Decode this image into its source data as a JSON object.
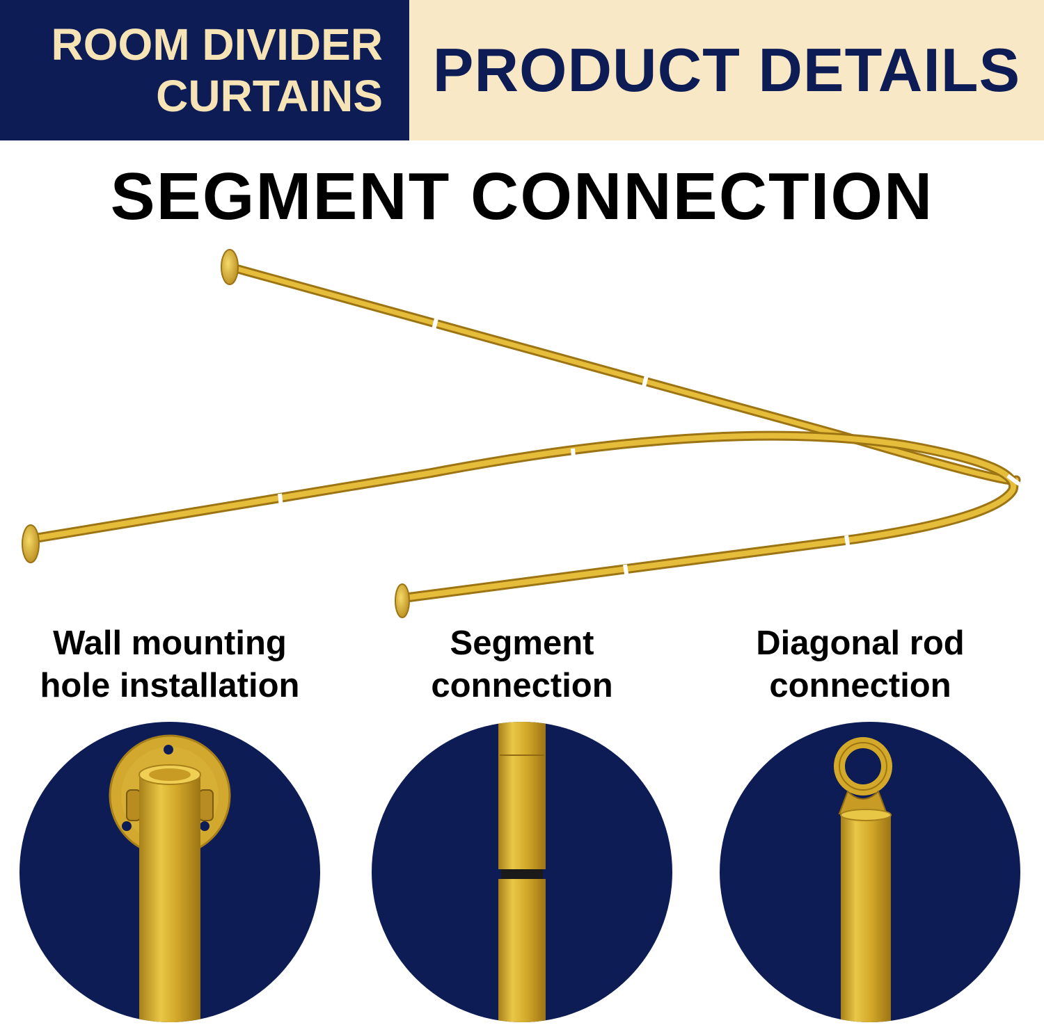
{
  "banner": {
    "left_line1": "ROOM DIVIDER",
    "left_line2": "CURTAINS",
    "right_title": "PRODUCT DETAILS"
  },
  "main_title": "SEGMENT CONNECTION",
  "features": [
    {
      "line1": "Wall mounting",
      "line2": "hole installation",
      "icon": "wall-mount-flange-icon"
    },
    {
      "line1": "Segment",
      "line2": "connection",
      "icon": "segment-joint-icon"
    },
    {
      "line1": "Diagonal rod",
      "line2": "connection",
      "icon": "ring-end-icon"
    }
  ],
  "colors": {
    "navy": "#0d1c55",
    "cream": "#f9e8c5",
    "gold": "#d4a92a",
    "gold_light": "#ecc84a",
    "gold_dark": "#a8801a"
  }
}
